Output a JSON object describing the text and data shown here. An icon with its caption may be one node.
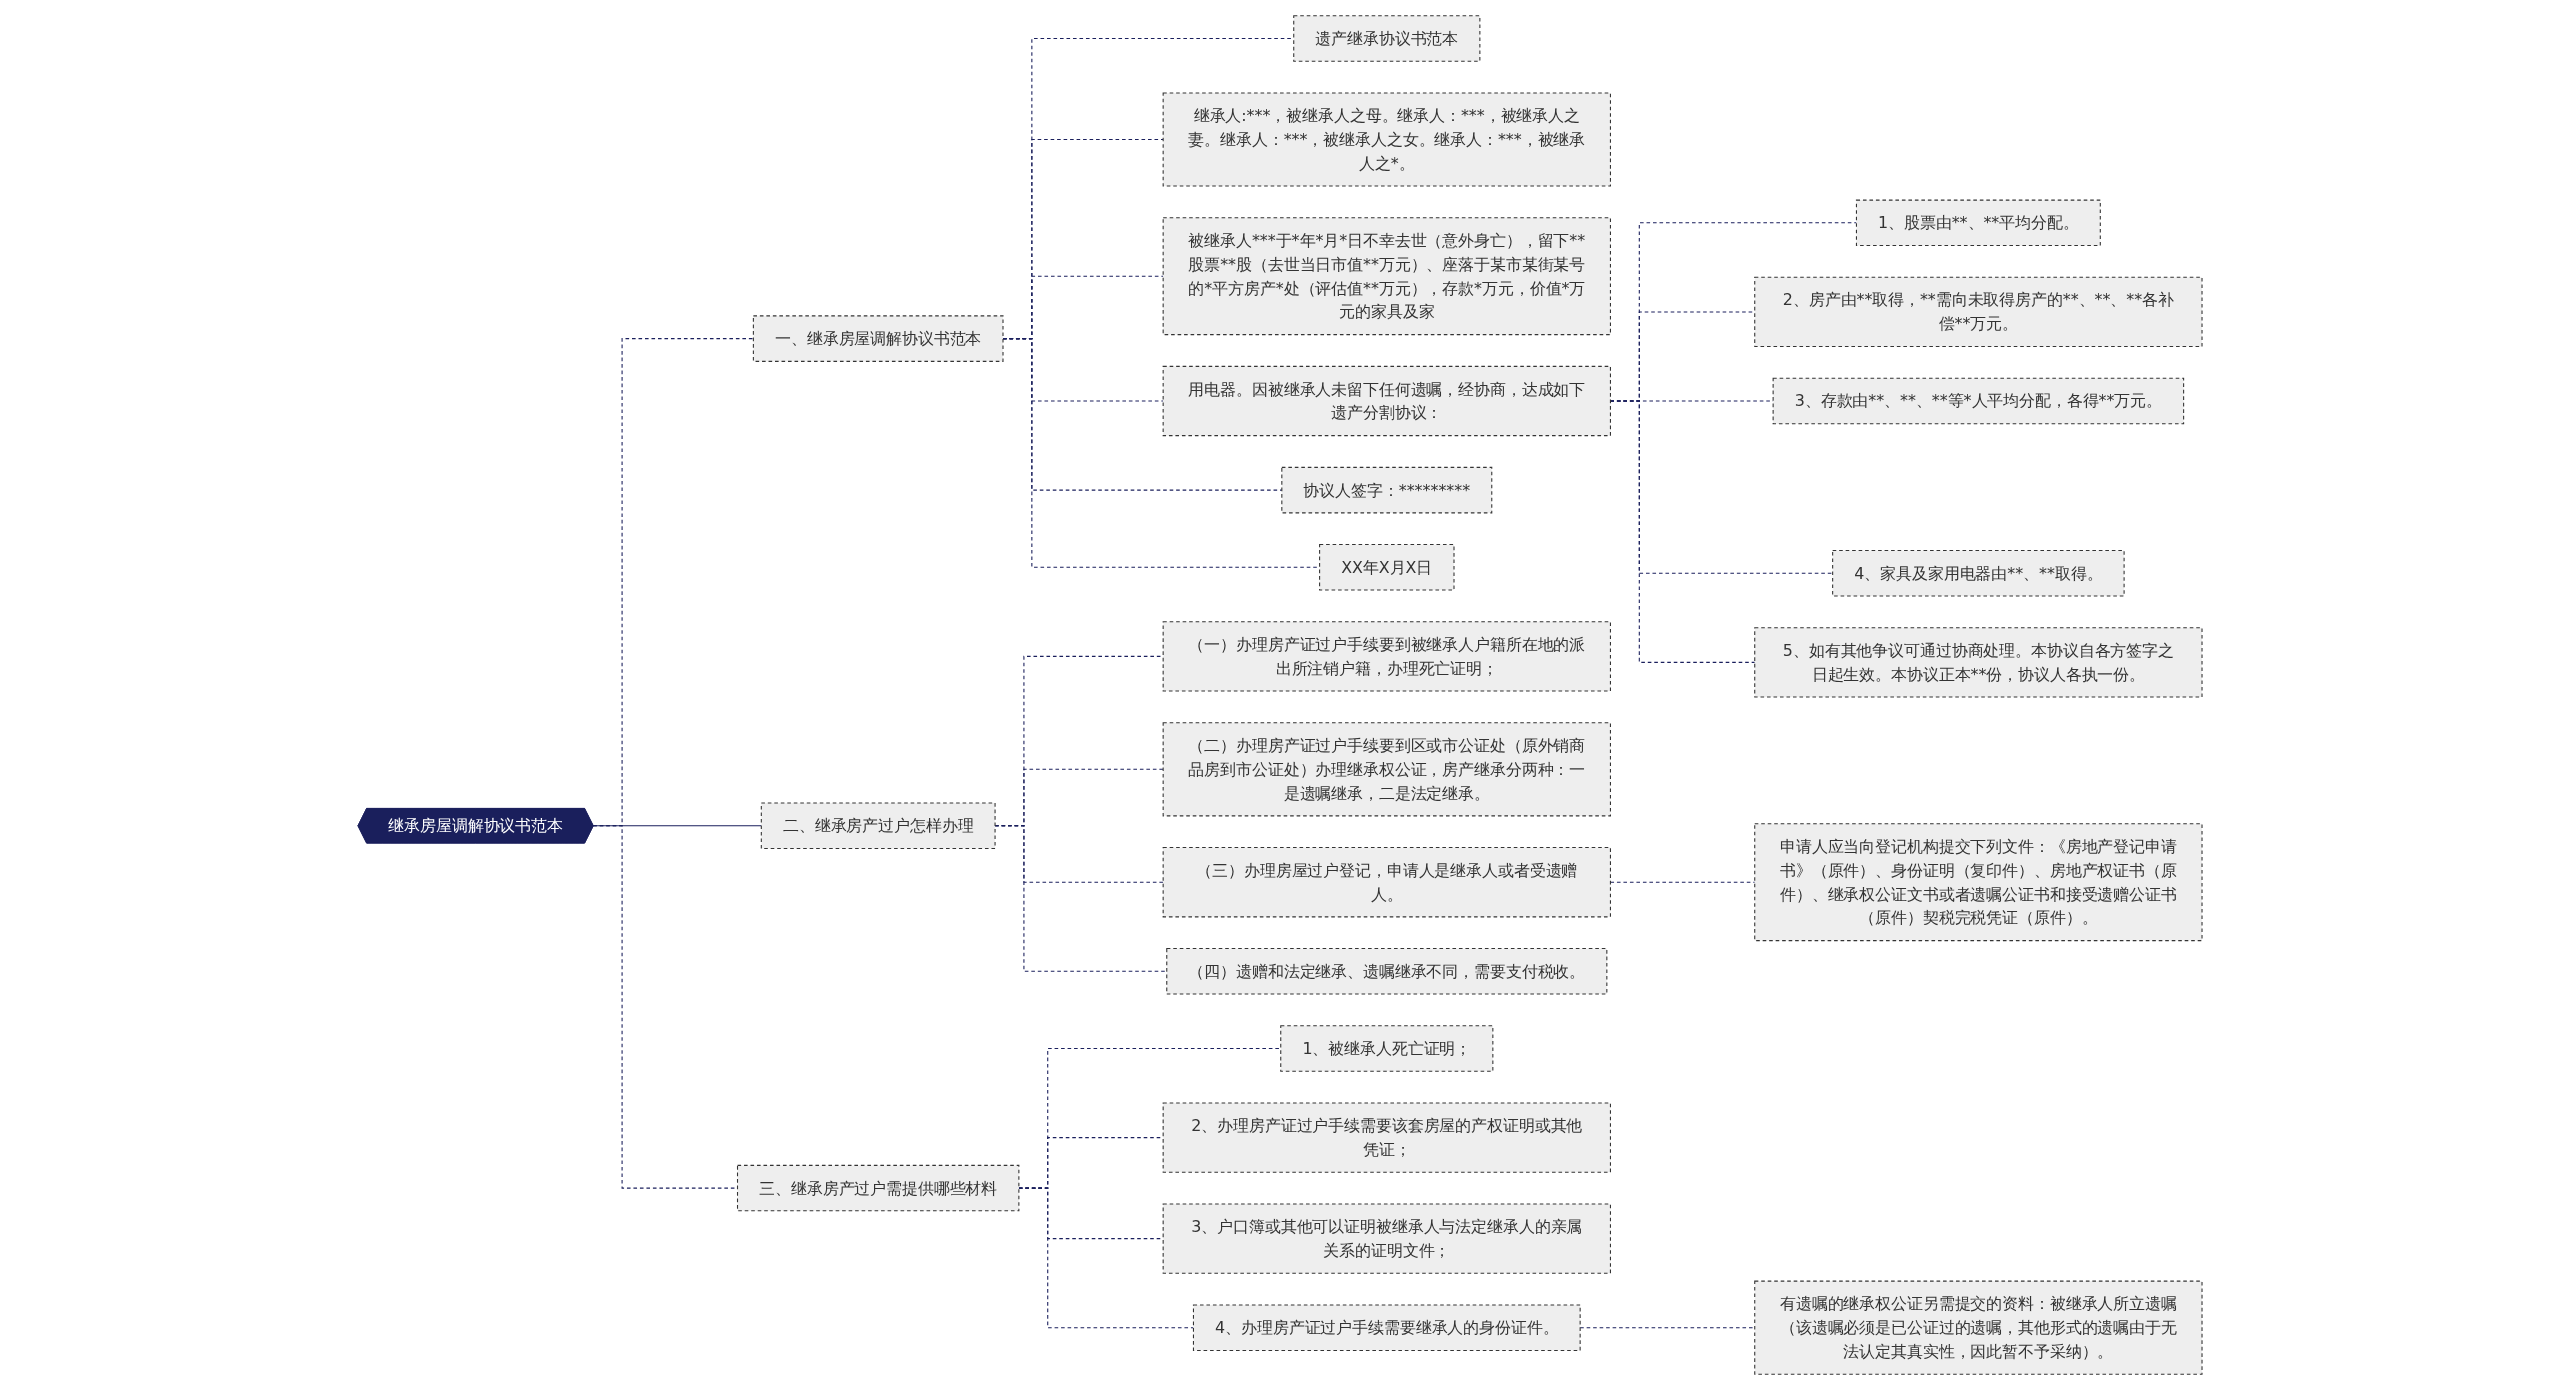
{
  "diagram": {
    "nodes": [
      {
        "text": [
          "继承房屋调解协议书范本"
        ]
      },
      {
        "text": [
          "一、继承房屋调解协议书范本"
        ]
      },
      {
        "text": [
          "遗产继承协议书范本"
        ]
      },
      {
        "text": [
          "继承人:***，被继承人之母。继承人：***，被继承人之妻。继承人：***，被继承人之女。继承人：***，被继承人之*。"
        ]
      },
      {
        "text": [
          "被继承人***于*年*月*日不幸去世（意外身亡），留下**股票**股（去世当日市值**万元）、座落于某市某街某号的*平方房产*处（评估值**万元），存款*万元，价值*万元的家具及家"
        ]
      },
      {
        "text": [
          "用电器。因被继承人未留下任何遗嘱，经协商，达成如下遗产分割协议："
        ]
      },
      {
        "text": [
          "1、股票由**、**平均分配。"
        ]
      },
      {
        "text": [
          "2、房产由**取得，**需向未取得房产的**、**、**各补偿**万元。"
        ]
      },
      {
        "text": [
          "3、存款由**、**、**等*人平均分配，各得**万元。"
        ]
      },
      {
        "text": [
          "4、家具及家用电器由**、**取得。"
        ]
      },
      {
        "text": [
          "5、如有其他争议可通过协商处理。本协议自各方签字之日起生效。本协议正本**份，协议人各执一份。"
        ]
      },
      {
        "text": [
          "协议人签字：*********"
        ]
      },
      {
        "text": [
          "XX年X月X日"
        ]
      },
      {
        "text": [
          "二、继承房产过户怎样办理"
        ]
      },
      {
        "text": [
          "（一）办理房产证过户手续要到被继承人户籍所在地的派出所注销户籍，办理死亡证明；"
        ]
      },
      {
        "text": [
          "（二）办理房产证过户手续要到区或市公证处（原外销商品房到市公证处）办理继承权公证，房产继承分两种：一是遗嘱继承，二是法定继承。"
        ]
      },
      {
        "text": [
          "（三）办理房屋过户登记，申请人是继承人或者受遗赠人。"
        ]
      },
      {
        "text": [
          "（四）遗赠和法定继承、遗嘱继承不同，需要支付税收。"
        ]
      },
      {
        "text": [
          "申请人应当向登记机构提交下列文件：《房地产登记申请书》（原件）、身份证明（复印件）、房地产权证书（原件）、继承权公证文书或者遗嘱公证书和接受遗赠公证书（原件）契税完税凭证（原件）。"
        ]
      },
      {
        "text": [
          "三、继承房产过户需提供哪些材料"
        ]
      },
      {
        "text": [
          "1、被继承人死亡证明；"
        ]
      },
      {
        "text": [
          "2、办理房产证过户手续需要该套房屋的产权证明或其他凭证；"
        ]
      },
      {
        "text": [
          "3、户口簿或其他可以证明被继承人与法定继承人的亲属关系的证明文件；"
        ]
      },
      {
        "text": [
          "4、办理房产证过户手续需要继承人的身份证件。"
        ]
      },
      {
        "text": [
          "有遗嘱的继承权公证另需提交的资料：被继承人所立遗嘱（该遗嘱必须是已公证过的遗嘱，其他形式的遗嘱由于无法认定其真实性，因此暂不予采纳）。"
        ]
      }
    ],
    "edges": [
      {
        "from": 0,
        "to": 1,
        "arrow": "none",
        "style": "dashed"
      },
      {
        "from": 1,
        "to": 2,
        "arrow": "none",
        "style": "dashed"
      },
      {
        "from": 1,
        "to": 3,
        "arrow": "none",
        "style": "dashed"
      },
      {
        "from": 1,
        "to": 4,
        "arrow": "none",
        "style": "dashed"
      },
      {
        "from": 1,
        "to": 5,
        "arrow": "none",
        "style": "dashed"
      },
      {
        "from": 5,
        "to": 6,
        "arrow": "none",
        "style": "dashed"
      },
      {
        "from": 5,
        "to": 7,
        "arrow": "none",
        "style": "dashed"
      },
      {
        "from": 5,
        "to": 8,
        "arrow": "none",
        "style": "dashed"
      },
      {
        "from": 5,
        "to": 9,
        "arrow": "none",
        "style": "dashed"
      },
      {
        "from": 5,
        "to": 10,
        "arrow": "none",
        "style": "dashed"
      },
      {
        "from": 1,
        "to": 11,
        "arrow": "none",
        "style": "dashed"
      },
      {
        "from": 1,
        "to": 12,
        "arrow": "none",
        "style": "dashed"
      },
      {
        "from": 0,
        "to": 13,
        "arrow": "none"
      },
      {
        "from": 13,
        "to": 14,
        "arrow": "none",
        "style": "dashed"
      },
      {
        "from": 13,
        "to": 15,
        "arrow": "none",
        "style": "dashed"
      },
      {
        "from": 13,
        "to": 16,
        "arrow": "none",
        "style": "dashed"
      },
      {
        "from": 13,
        "to": 17,
        "arrow": "none",
        "style": "dashed"
      },
      {
        "from": 16,
        "to": 18,
        "arrow": "none",
        "style": "dashed"
      },
      {
        "from": 0,
        "to": 19,
        "arrow": "none",
        "style": "dashed"
      },
      {
        "from": 19,
        "to": 20,
        "arrow": "none",
        "style": "dashed"
      },
      {
        "from": 19,
        "to": 21,
        "arrow": "none",
        "style": "dashed"
      },
      {
        "from": 19,
        "to": 22,
        "arrow": "none",
        "style": "dashed"
      },
      {
        "from": 19,
        "to": 23,
        "arrow": "none",
        "style": "dashed"
      },
      {
        "from": 23,
        "to": 24,
        "arrow": "none",
        "style": "dashed"
      }
    ]
  }
}
